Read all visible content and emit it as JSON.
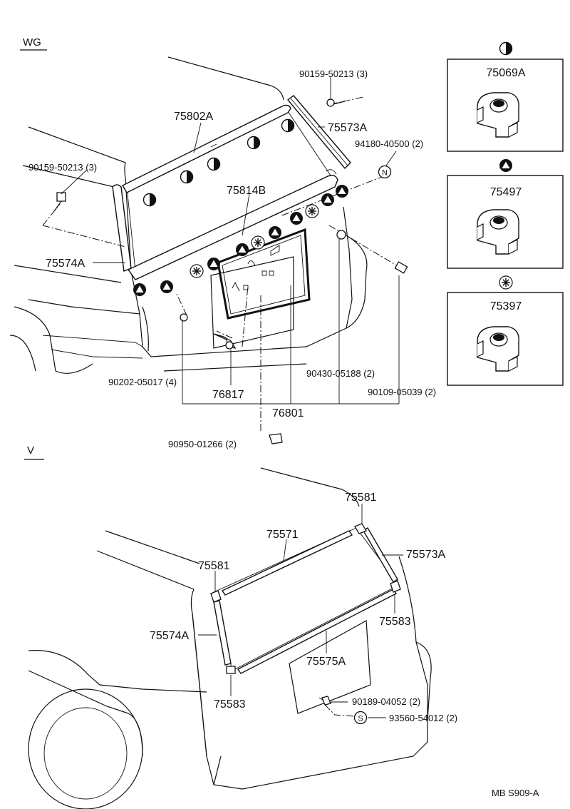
{
  "sections": {
    "wg": "WG",
    "v": "V"
  },
  "wg_labels": {
    "bolt_top": "90159-50213 (3)",
    "bolt_left": "90159-50213 (3)",
    "molding_top": "75802A",
    "molding_right": "75573A",
    "nut": "94180-40500 (2)",
    "molding_center": "75814B",
    "molding_left": "75574A",
    "screw_left": "90202-05017 (4)",
    "clip": "76817",
    "spoiler": "76801",
    "screw_mid": "90430-05188 (2)",
    "screw_right": "90109-05039 (2)",
    "grommet": "90950-01266 (2)"
  },
  "clip_boxes": [
    {
      "symbol": "half-circle",
      "part": "75069A"
    },
    {
      "symbol": "triangle",
      "part": "75497"
    },
    {
      "symbol": "asterisk",
      "part": "75397"
    }
  ],
  "v_labels": {
    "clip_top": "75581",
    "molding_top": "75571",
    "molding_right": "75573A",
    "clip_left": "75581",
    "clip_right_low": "75583",
    "molding_left": "75574A",
    "molding_bottom": "75575A",
    "clip_left_low": "75583",
    "screw": "90189-04052 (2)",
    "nut": "93560-54012 (2)"
  },
  "marker_letters": {
    "n": "N",
    "s": "S"
  },
  "footer": "MB S909-A"
}
